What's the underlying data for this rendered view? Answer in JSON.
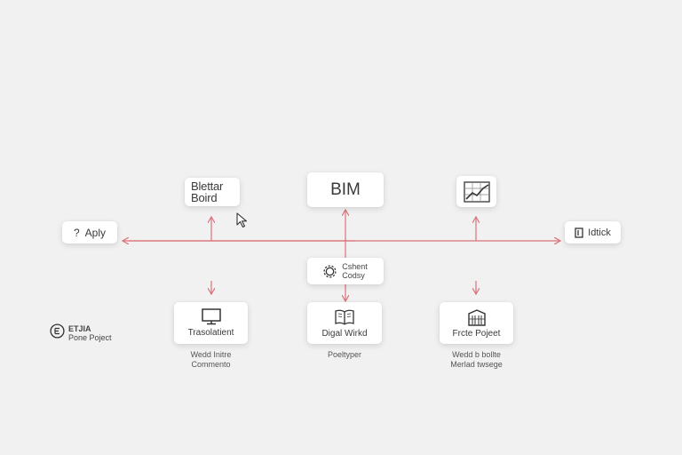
{
  "colors": {
    "connector": "#d9737a",
    "background": "#f1f1f1",
    "node": "#ffffff",
    "ink": "#3a3a3a"
  },
  "nodes": {
    "letter_board": {
      "line1": "Blettar",
      "line2": "Boird",
      "icon": "cursor-icon"
    },
    "bim": {
      "label": "BIM"
    },
    "chart": {
      "icon": "line-chart-icon"
    },
    "apply": {
      "label": "Aply",
      "icon": "question-icon"
    },
    "idtick": {
      "label": "Idtick",
      "icon": "document-icon"
    },
    "center": {
      "line1": "Cshent",
      "line2": "Codsy",
      "icon": "gear-icon"
    },
    "translation": {
      "label": "Trasolatient",
      "icon": "monitor-icon",
      "caption1": "Wedd Initre",
      "caption2": "Commento"
    },
    "digital": {
      "label": "Digal Wirkd",
      "icon": "book-icon",
      "caption1": "Poeltyper"
    },
    "project": {
      "label": "Frcte Pojeet",
      "icon": "building-icon",
      "caption1": "Wedd b bollte",
      "caption2": "Merlad twsege"
    }
  },
  "sidebar_logo": {
    "line1": "ETJIA",
    "line2": "Pone Poject",
    "icon": "logo-icon"
  }
}
